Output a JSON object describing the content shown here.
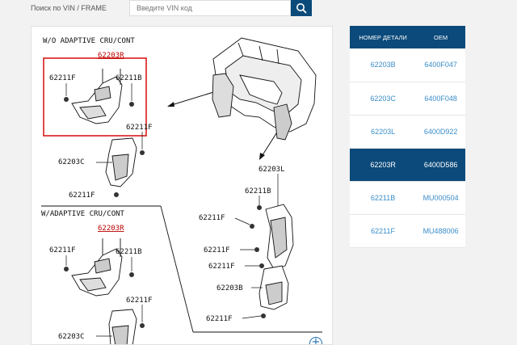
{
  "search": {
    "label": "Поиск по VIN / FRAME",
    "placeholder": "Введите VIN код",
    "button_icon": "search-icon"
  },
  "diagram": {
    "section1_title": "W/O ADAPTIVE CRU/CONT",
    "section2_title": "W/ADAPTIVE CRU/CONT",
    "callouts": {
      "s1_top": "62203R",
      "s1_f_left": "62211F",
      "s1_b": "62211B",
      "s1_f_right": "62211F",
      "s1_c": "62203C",
      "s1_f_bottom": "62211F",
      "r_l": "62203L",
      "r_b": "62211B",
      "r_f1": "62211F",
      "r_f2": "62211F",
      "r_f3": "62211F",
      "r_203b": "62203B",
      "r_f4": "62211F",
      "s2_top": "62203R",
      "s2_f_left": "62211F",
      "s2_b": "62211B",
      "s2_f_right": "62211F",
      "s2_c": "62203C"
    },
    "zoom_icon": "+"
  },
  "table": {
    "headers": {
      "part_number": "НОМЕР ДЕТАЛИ",
      "oem": "OEM"
    },
    "rows": [
      {
        "part": "62203B",
        "oem": "6400F047"
      },
      {
        "part": "62203C",
        "oem": "6400F048"
      },
      {
        "part": "62203L",
        "oem": "6400D922"
      },
      {
        "part": "62203R",
        "oem": "6400D586"
      },
      {
        "part": "62211B",
        "oem": "MU000504"
      },
      {
        "part": "62211F",
        "oem": "MU488006"
      }
    ],
    "selected_part": "62203R"
  },
  "colors": {
    "accent": "#0b4a7a",
    "link": "#3a8dc8",
    "highlight": "#d91c1c"
  }
}
